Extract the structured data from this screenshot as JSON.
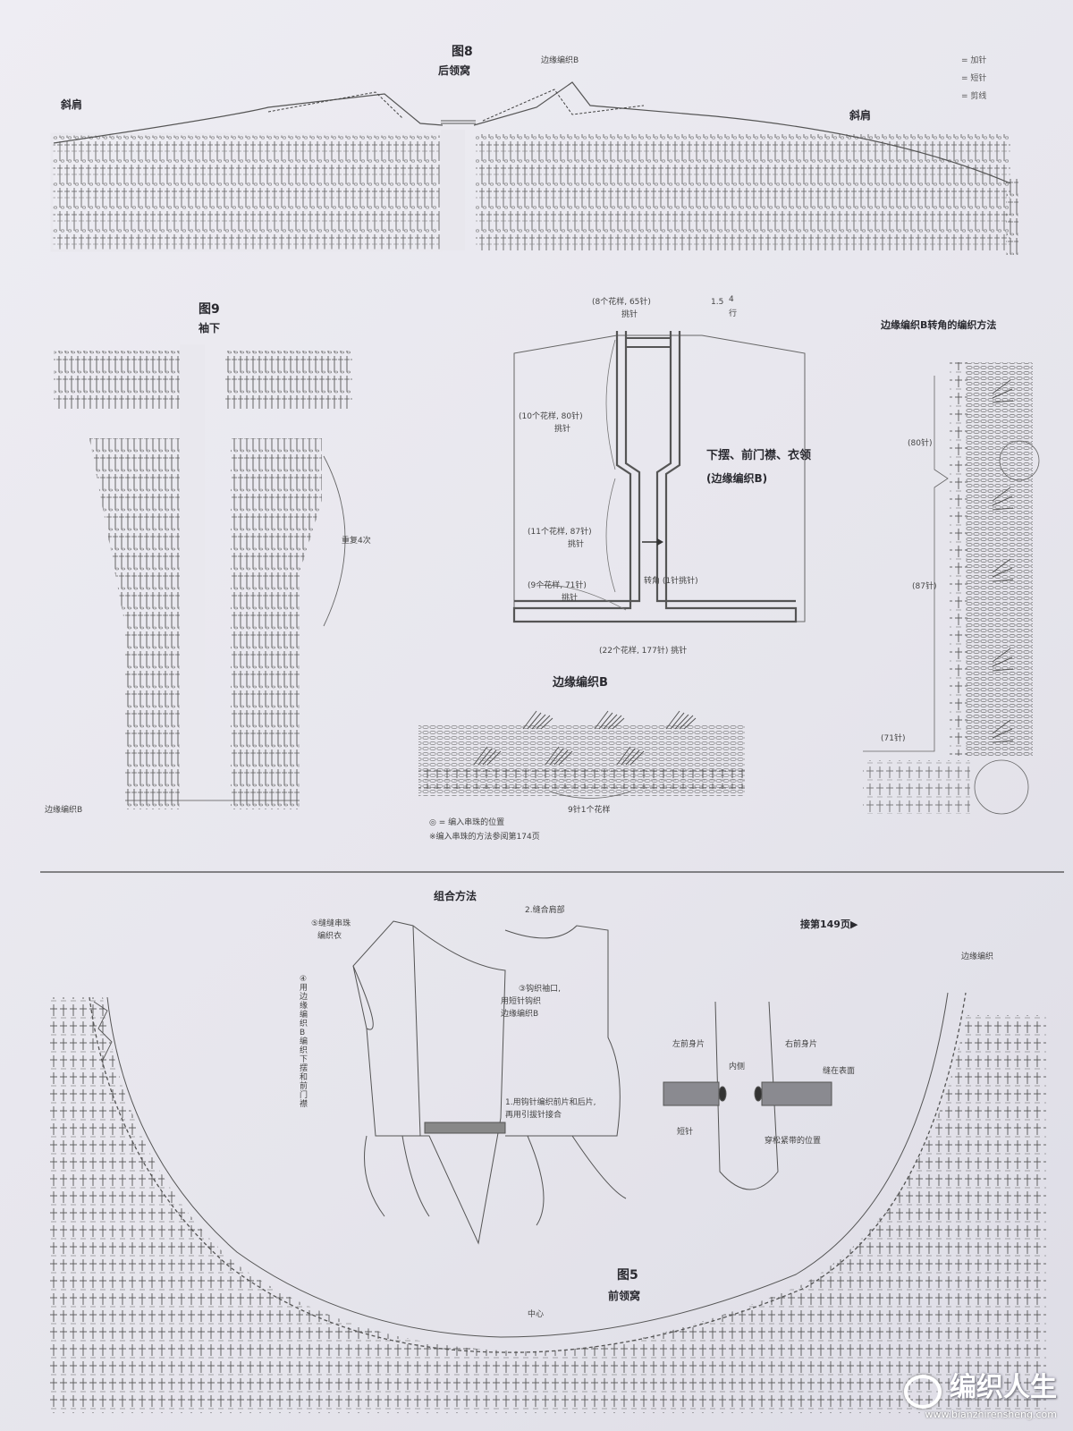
{
  "fig8": {
    "title": "图8",
    "subtitle": "后领窝",
    "slope_left": "斜肩",
    "slope_right": "斜肩",
    "edge_label": "边缘编织B"
  },
  "legend": {
    "item1": "= 加针",
    "item2": "= 短针",
    "item3": "= 剪线"
  },
  "fig9": {
    "title": "图9",
    "subtitle": "袖下",
    "repeat": "重复4次",
    "edge_label": "边缘编织B"
  },
  "overview": {
    "title_main": "下摆、前门襟、衣领",
    "title_sub": "(边缘编织B)",
    "top_count": "(8个花样, 65针)",
    "top_stitch": "挑针",
    "top_num": "1.5",
    "top_num2": "4",
    "top_num3": "行",
    "upper_count": "(10个花样, 80针)",
    "upper_stitch": "挑针",
    "mid_count": "(11个花样, 87针)",
    "mid_stitch": "挑针",
    "low_count": "(9个花样, 71针)",
    "low_stitch": "挑针",
    "corner": "转角 (1针挑针)",
    "bottom_count": "(22个花样, 177针) 挑针"
  },
  "edgeB": {
    "title": "边缘编织B",
    "repeat": "9针1个花样",
    "note1": "◎ = 编入串珠的位置",
    "note2": "※编入串珠的方法参阅第174页"
  },
  "corner": {
    "title": "边缘编织B转角的编织方法",
    "c80": "(80针)",
    "c87": "(87针)",
    "c71": "(71针)"
  },
  "assembly": {
    "title": "组合方法",
    "step2": "2.缝合肩部",
    "step5a": "⑤缝缝串珠",
    "step5b": "编织衣",
    "step4": "④用边缘编织B编织下摆和前门襟",
    "step3a": "③钩织袖口,",
    "step3b": "用短针钩织",
    "step3c": "边缘编织B",
    "step1a": "1.用钩针编织前片和后片,",
    "step1b": "再用引拔针接合",
    "left_front": "左前身片",
    "right_front": "右前身片",
    "inner": "内侧",
    "overlap": "缝在表面",
    "short": "短针",
    "lace": "穿松紧带的位置",
    "next_page": "接第149页▶"
  },
  "fig5": {
    "title": "图5",
    "subtitle": "前领窝",
    "center": "中心",
    "edge_label": "边缘编织"
  },
  "watermark": {
    "brand": "编织人生",
    "url": "www.bianzhirensheng.com"
  }
}
